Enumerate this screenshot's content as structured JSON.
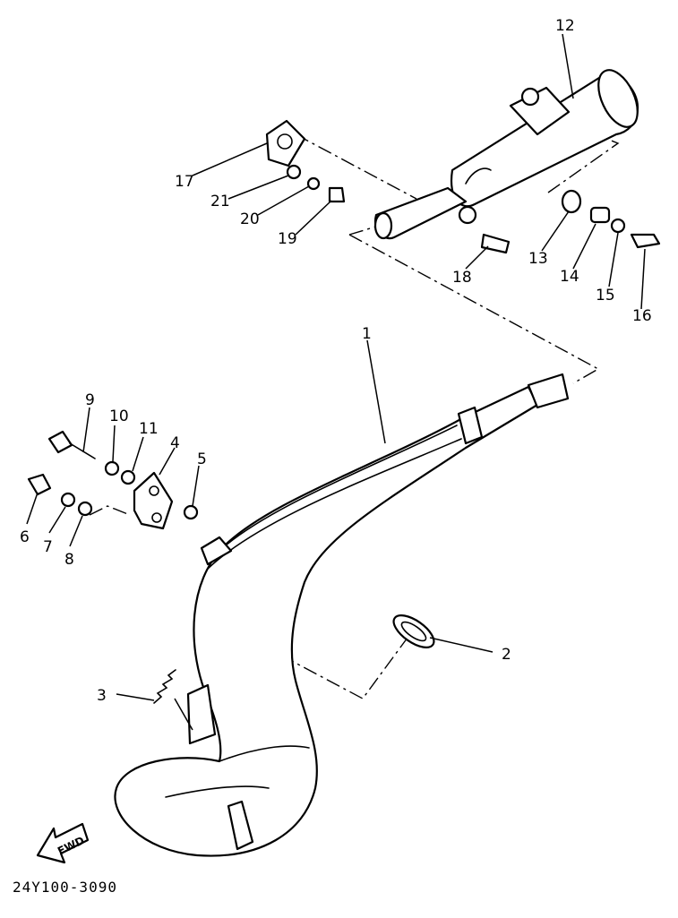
{
  "diagram": {
    "drawing_code": "24Y100-3090",
    "direction_label": "FWD",
    "callouts": [
      "1",
      "2",
      "3",
      "4",
      "5",
      "6",
      "7",
      "8",
      "9",
      "10",
      "11",
      "12",
      "13",
      "14",
      "15",
      "16",
      "17",
      "18",
      "19",
      "20",
      "21"
    ]
  }
}
